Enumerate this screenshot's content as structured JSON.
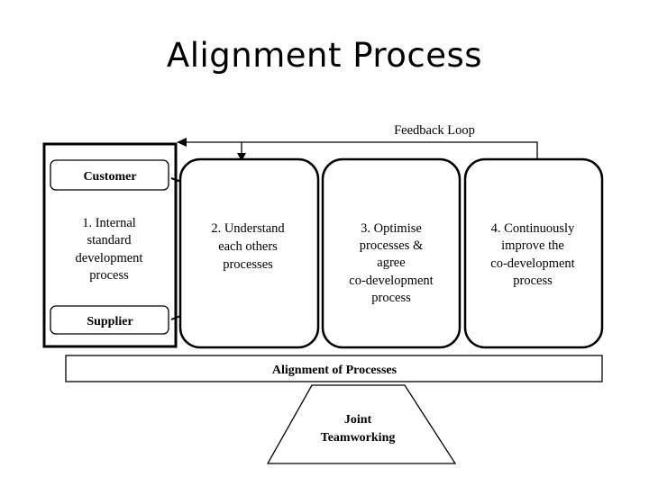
{
  "title": "Alignment Process",
  "feedback_loop": "Feedback Loop",
  "customer": "Customer",
  "supplier": "Supplier",
  "step1": [
    "1. Internal",
    "standard",
    "development",
    "process"
  ],
  "step2": [
    "2.  Understand",
    "each others",
    "processes"
  ],
  "step3": [
    "3.  Optimise",
    "processes &",
    "agree",
    "co-development",
    "process"
  ],
  "step4": [
    "4. Continuously",
    "improve the",
    "co-development",
    "process"
  ],
  "alignment_bar": "Alignment of Processes",
  "fulcrum": [
    "Joint",
    "Teamworking"
  ]
}
